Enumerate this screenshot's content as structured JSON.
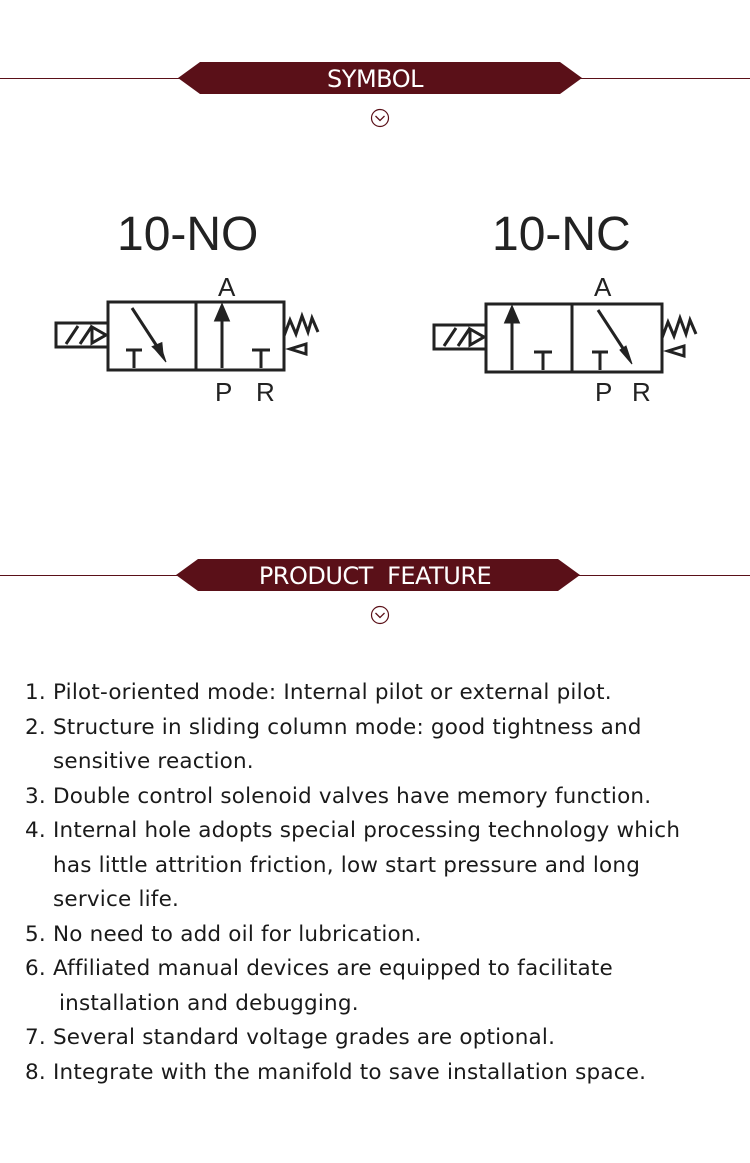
{
  "sections": {
    "symbol": {
      "title": "SYMBOL"
    },
    "feature": {
      "title": "PRODUCT  FEATURE"
    }
  },
  "symbols": {
    "no": {
      "label": "10-NO",
      "port_a": "A",
      "port_p": "P",
      "port_r": "R"
    },
    "nc": {
      "label": "10-NC",
      "port_a": "A",
      "port_p": "P",
      "port_r": "R"
    }
  },
  "features": [
    {
      "lines": [
        "1. Pilot-oriented mode: Internal pilot or external pilot."
      ]
    },
    {
      "lines": [
        "2. Structure in sliding column mode: good tightness and",
        "sensitive reaction."
      ]
    },
    {
      "lines": [
        "3. Double control solenoid valves have memory function."
      ]
    },
    {
      "lines": [
        "4. Internal hole adopts special processing technology which",
        "has little attrition friction, low start pressure and long",
        "service life."
      ]
    },
    {
      "lines": [
        "5. No need to add oil for lubrication."
      ]
    },
    {
      "lines": [
        "6. Affiliated manual devices are equipped to facilitate",
        "installation and debugging."
      ]
    },
    {
      "lines": [
        "7. Several standard voltage grades are optional."
      ]
    },
    {
      "lines": [
        "8. Integrate with the manifold to save installation space."
      ]
    }
  ],
  "colors": {
    "banner": "#5a1018",
    "ink": "#222222"
  },
  "icons": {
    "section_marker": "chevron-down-circle-icon"
  }
}
